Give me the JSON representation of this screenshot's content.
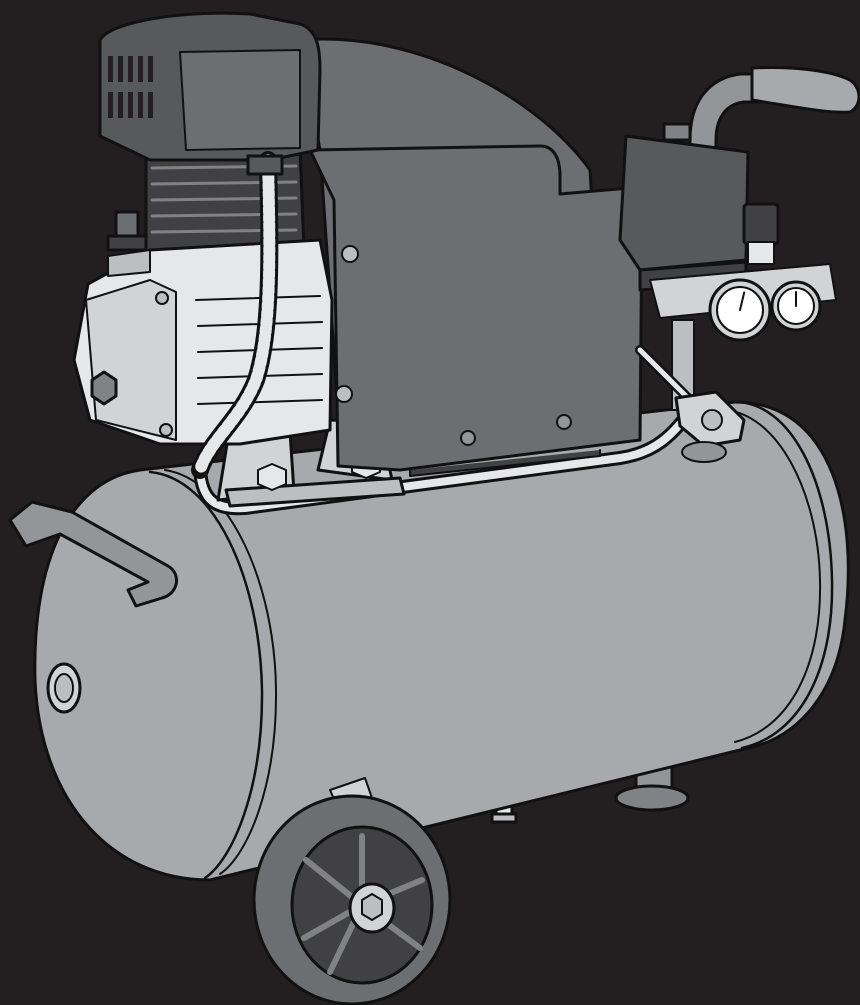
{
  "illustration": {
    "subject": "air-compressor",
    "colors": {
      "background": "#231f20",
      "tank": "#a7a9ac",
      "tank_dark": "#939598",
      "motor_cover": "#6d6e71",
      "pump_head": "#58595b",
      "cylinder_fins": "#414042",
      "light_metal": "#e6e7e8",
      "outline": "#111111",
      "wheel_tire": "#6d6e71",
      "wheel_hub": "#414042"
    },
    "gauges": {
      "tank_pressure_gauge_level": 0.55,
      "outlet_pressure_gauge_level": 0.5
    }
  }
}
